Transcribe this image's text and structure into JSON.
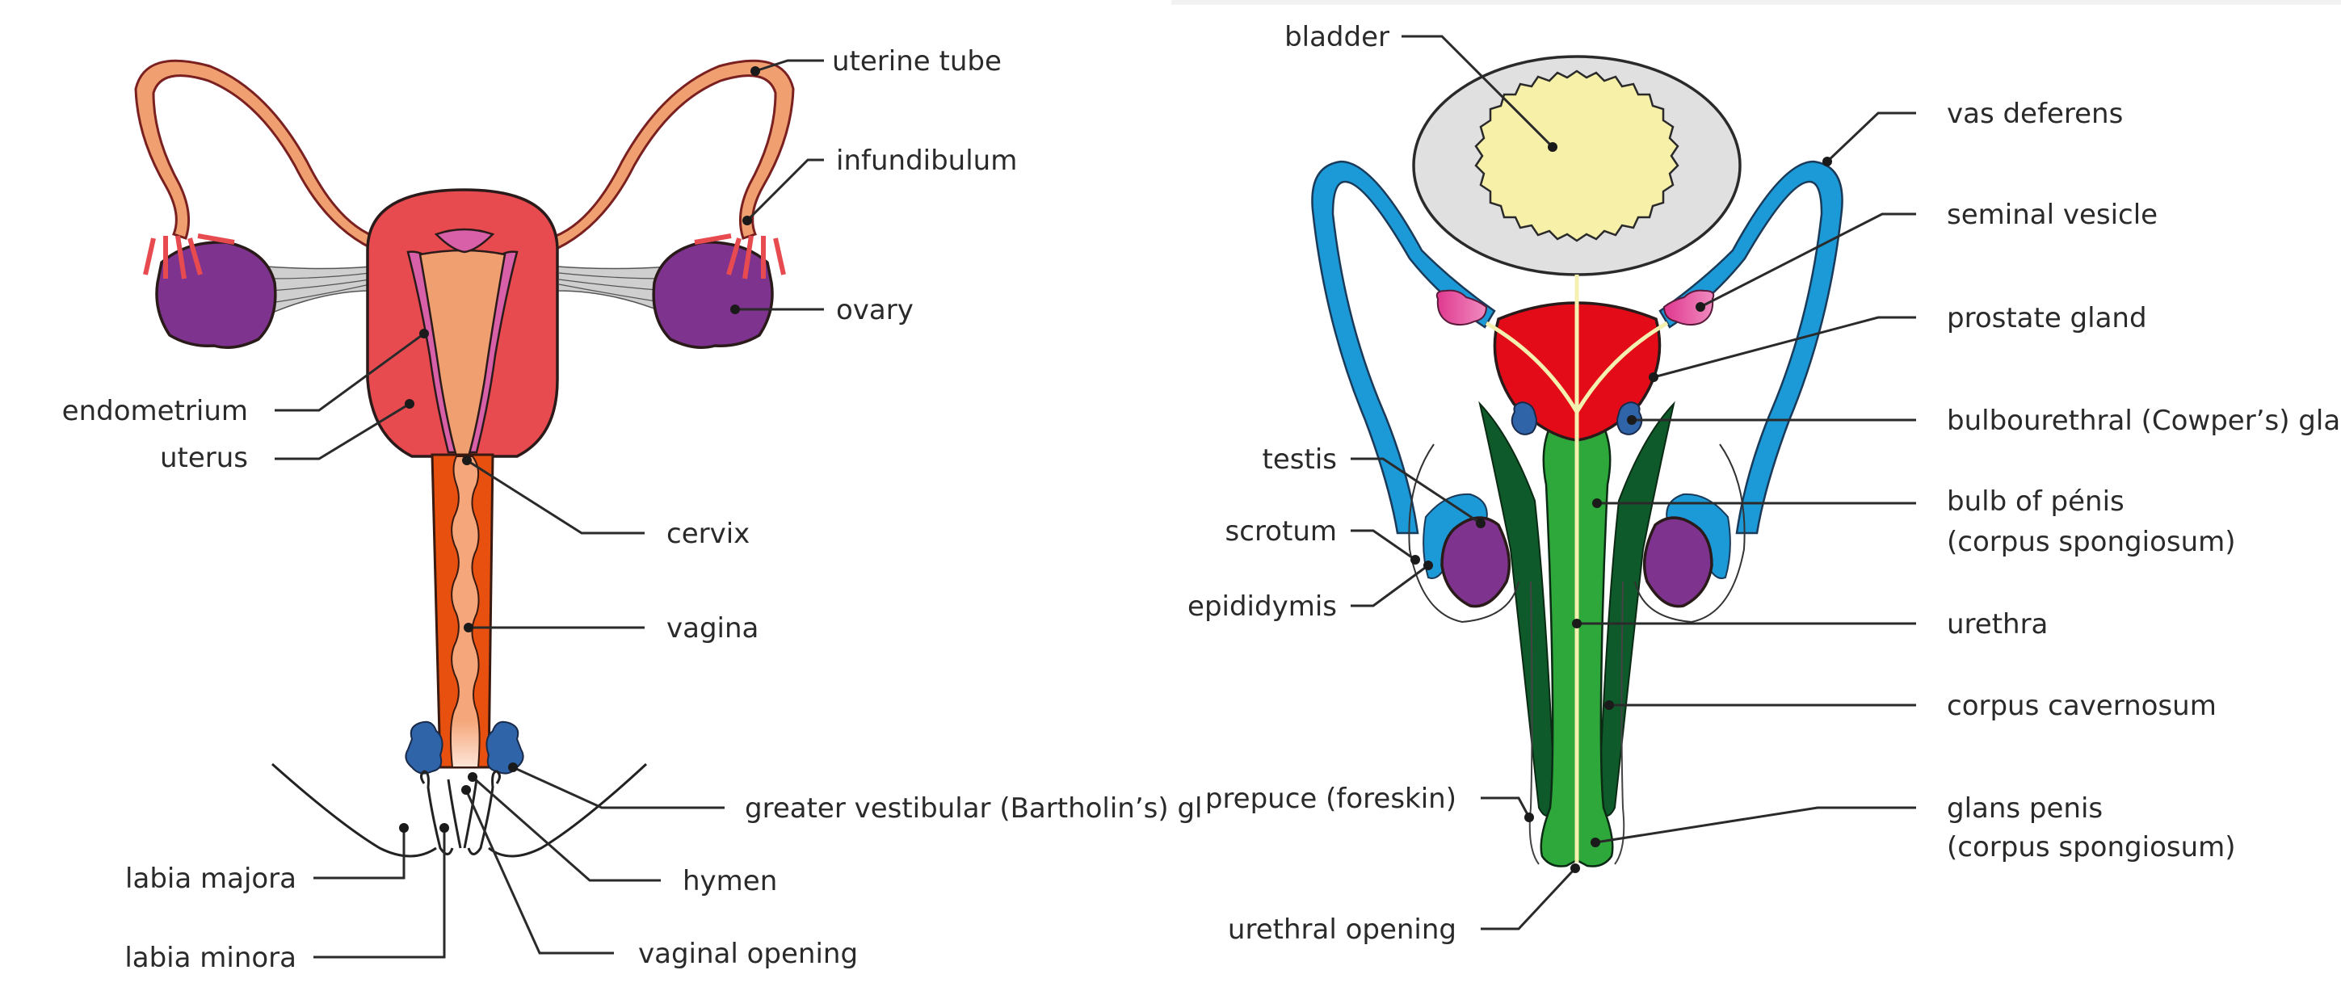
{
  "female": {
    "title_hidden": "",
    "colors": {
      "uterus": "#e84b4f",
      "tube": "#f0a070",
      "endometrium": "#d860a8",
      "ovary": "#7e348e",
      "vagina": "#e8500f",
      "vagina_lumen": "#f5a67a",
      "bartholin": "#2f64a8",
      "ligament": "#cfcfcf"
    },
    "labels": {
      "uterine_tube": "uterine tube",
      "infundibulum": "infundibulum",
      "ovary": "ovary",
      "endometrium": "endometrium",
      "uterus": "uterus",
      "cervix": "cervix",
      "vagina": "vagina",
      "greater_vestibular": "greater vestibular (Bartholin’s) gl",
      "hymen": "hymen",
      "labia_majora": "labia majora",
      "labia_minora": "labia minora",
      "vaginal_opening": "vaginal opening"
    }
  },
  "male": {
    "colors": {
      "bladder_wall": "#e0e0e0",
      "bladder_lumen": "#f6f0a8",
      "vas_deferens": "#1c9ad8",
      "seminal_vesicle": "#e0388f",
      "prostate": "#e30b17",
      "bulbourethral": "#2f64a8",
      "corpus_cavernosum": "#0e5a2a",
      "corpus_spongiosum": "#2ea83a",
      "testis": "#7e348e",
      "urethra": "#f4f0b0"
    },
    "labels": {
      "bladder": "bladder",
      "vas_deferens": "vas deferens",
      "seminal_vesicle": "seminal vesicle",
      "prostate_gland": "prostate gland",
      "bulbourethral_gland": "bulbourethral (Cowper’s) gland",
      "bulb_of_penis_1": "bulb of pénis",
      "bulb_of_penis_2": "(corpus spongiosum)",
      "testis": "testis",
      "scrotum": "scrotum",
      "epididymis": "epididymis",
      "urethra": "urethra",
      "corpus_cavernosum": "corpus cavernosum",
      "prepuce": "prepuce (foreskin)",
      "glans_penis_1": "glans penis",
      "glans_penis_2": "(corpus spongiosum)",
      "urethral_opening": "urethral opening"
    }
  }
}
